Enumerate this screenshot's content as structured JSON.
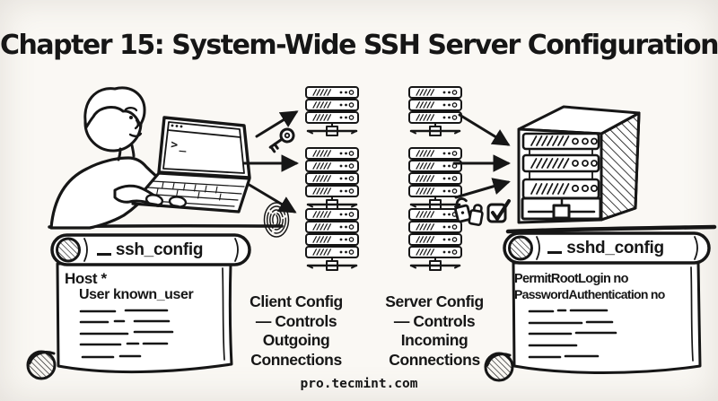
{
  "page": {
    "title": "Chapter 15: System-Wide SSH Server Configuration",
    "footer": "pro.tecmint.com"
  },
  "terminal": {
    "prompt": ">_"
  },
  "scrolls": {
    "client": {
      "title": "ssh_config",
      "lines": [
        "Host *",
        "User known_user"
      ]
    },
    "server": {
      "title": "sshd_config",
      "lines": [
        "PermitRootLogin no",
        "PasswordAuthentication no"
      ]
    }
  },
  "captions": {
    "client": [
      "Client Config",
      "— Controls",
      "Outgoing",
      "Connections"
    ],
    "server": [
      "Server Config",
      "— Controls",
      "Incoming",
      "Connections"
    ]
  },
  "icons": {
    "key": "key-icon",
    "fingerprint": "fingerprint-icon",
    "padlock": "padlock-icon",
    "checkbox": "checked-checkbox-icon",
    "window_dots": "window-controls-icon"
  },
  "colors": {
    "ink": "#161616",
    "background": "#faf8f4",
    "paper": "#ffffff"
  }
}
